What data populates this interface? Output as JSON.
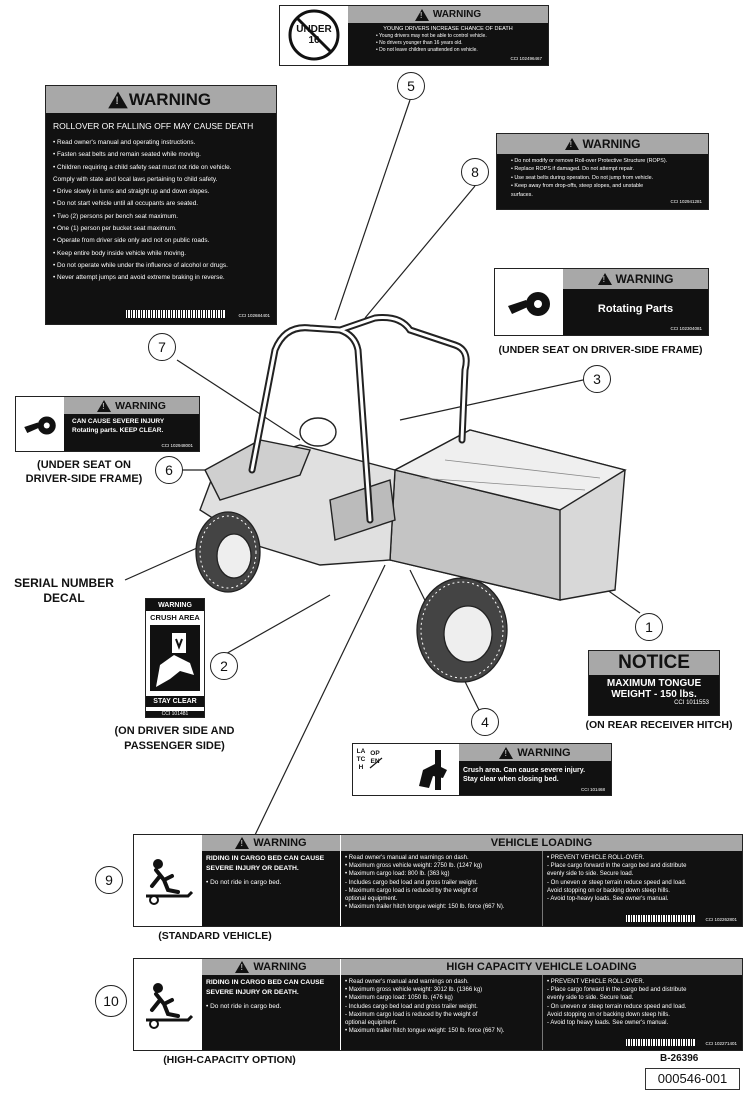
{
  "decal_under16": {
    "icon_text": "UNDER\n16",
    "header": "WARNING",
    "title": "YOUNG DRIVERS INCREASE CHANCE OF DEATH",
    "lines": [
      "• Young drivers may not be able to control vehicle.",
      "• No drivers younger than 16 years old.",
      "• Do not leave children unattended on vehicle."
    ],
    "cci": "CCI 102496467"
  },
  "decal_rollover": {
    "header": "WARNING",
    "title": "ROLLOVER OR FALLING OFF MAY CAUSE DEATH",
    "lines": [
      "• Read owner's manual and operating instructions.",
      "• Fasten seat belts and remain seated while moving.",
      "• Children requiring a child safety seat must not ride on vehicle.",
      "  Comply with state and local laws pertaining to child safety.",
      "• Drive slowly in turns and straight up and down slopes.",
      "• Do not start vehicle until all occupants are seated.",
      "• Two (2) persons per bench seat maximum.",
      "• One (1) person per bucket seat maximum.",
      "• Operate from driver side only and not on public roads.",
      "• Keep entire body inside vehicle while moving.",
      "• Do not operate while under the influence of alcohol or drugs.",
      "• Never attempt jumps and avoid extreme braking in reverse."
    ],
    "cci": "CCI 102684401"
  },
  "decal_rops": {
    "header": "WARNING",
    "lines": [
      "• Do not modify or remove Roll-over Protective Structure (ROPS).",
      "• Replace ROPS if damaged. Do not attempt repair.",
      "• Use seat belts during operation. Do not jump from vehicle.",
      "• Keep away from drop-offs, steep slopes, and unstable",
      "  surfaces."
    ],
    "cci": "CCI 102941281"
  },
  "decal_rotating": {
    "header": "WARNING",
    "text": "Rotating Parts",
    "cci": "CCI 102304081",
    "caption": "(UNDER SEAT ON DRIVER-SIDE FRAME)"
  },
  "decal_severe": {
    "header": "WARNING",
    "line1": "CAN CAUSE SEVERE INJURY",
    "line2": "Rotating parts. KEEP CLEAR.",
    "cci": "CCI 102948001",
    "caption": "(UNDER SEAT ON DRIVER-SIDE FRAME)"
  },
  "serial": "SERIAL NUMBER DECAL",
  "decal_crush": {
    "header": "WARNING",
    "title": "CRUSH AREA",
    "footer": "STAY CLEAR",
    "cci": "CCI 101481",
    "caption": "(ON DRIVER SIDE AND PASSENGER SIDE)"
  },
  "decal_notice": {
    "header": "NOTICE",
    "line1": "MAXIMUM TONGUE",
    "line2": "WEIGHT - 150 lbs.",
    "cci": "CCI 1011553",
    "caption": "(ON REAR RECEIVER HITCH)"
  },
  "decal_latch": {
    "latch": "LATCH",
    "open": "OPEN",
    "header": "WARNING",
    "line1": "Crush area. Can cause severe injury.",
    "line2": "Stay clear when closing bed.",
    "cci": "CCI 101468"
  },
  "decal_standard": {
    "warn_header": "WARNING",
    "warn_title": "RIDING IN CARGO BED CAN CAUSE SEVERE INJURY OR DEATH.",
    "warn_line": "• Do not ride in cargo bed.",
    "load_header": "VEHICLE LOADING",
    "load_lines": [
      "• Read owner's manual and warnings on dash.",
      "• Maximum gross vehicle weight: 2750 lb. (1247 kg)",
      "• Maximum cargo load: 800 lb. (363 kg)",
      "  - Includes cargo bed load and gross trailer weight.",
      "  - Maximum cargo load is reduced by the weight of",
      "    optional equipment.",
      "• Maximum trailer hitch tongue weight: 150 lb. force (667 N)."
    ],
    "prevent_lines": [
      "• PREVENT VEHICLE ROLL-OVER.",
      "  - Place cargo forward in the cargo bed and distribute",
      "    evenly side to side. Secure load.",
      "  - On uneven or steep terrain reduce speed and load.",
      "    Avoid stopping on or backing down steep hills.",
      "  - Avoid top-heavy loads. See owner's manual."
    ],
    "cci": "CCI 102262801",
    "caption": "(STANDARD VEHICLE)"
  },
  "decal_highcap": {
    "warn_header": "WARNING",
    "warn_title": "RIDING IN CARGO BED CAN CAUSE SEVERE INJURY OR DEATH.",
    "warn_line": "• Do not ride in cargo bed.",
    "load_header": "HIGH CAPACITY VEHICLE LOADING",
    "load_lines": [
      "• Read owner's manual and warnings on dash.",
      "• Maximum gross vehicle weight: 3012 lb. (1366 kg)",
      "• Maximum cargo load: 1050 lb. (476 kg)",
      "  - Includes cargo bed load and gross trailer weight.",
      "  - Maximum cargo load is reduced by the weight of",
      "    optional equipment.",
      "• Maximum trailer hitch tongue weight: 150 lb. force (667 N)."
    ],
    "prevent_lines": [
      "• PREVENT VEHICLE ROLL-OVER.",
      "  - Place cargo forward in the cargo bed and distribute",
      "    evenly side to side. Secure load.",
      "  - On uneven or steep terrain reduce speed and load.",
      "    Avoid stopping on or backing down steep hills.",
      "  - Avoid top heavy loads. See owner's manual."
    ],
    "cci": "CCI 102271401",
    "caption": "(HIGH-CAPACITY OPTION)"
  },
  "callouts": [
    "1",
    "2",
    "3",
    "4",
    "5",
    "6",
    "7",
    "8",
    "9",
    "10"
  ],
  "figure_id": "B-26396",
  "part_number": "000546-001"
}
